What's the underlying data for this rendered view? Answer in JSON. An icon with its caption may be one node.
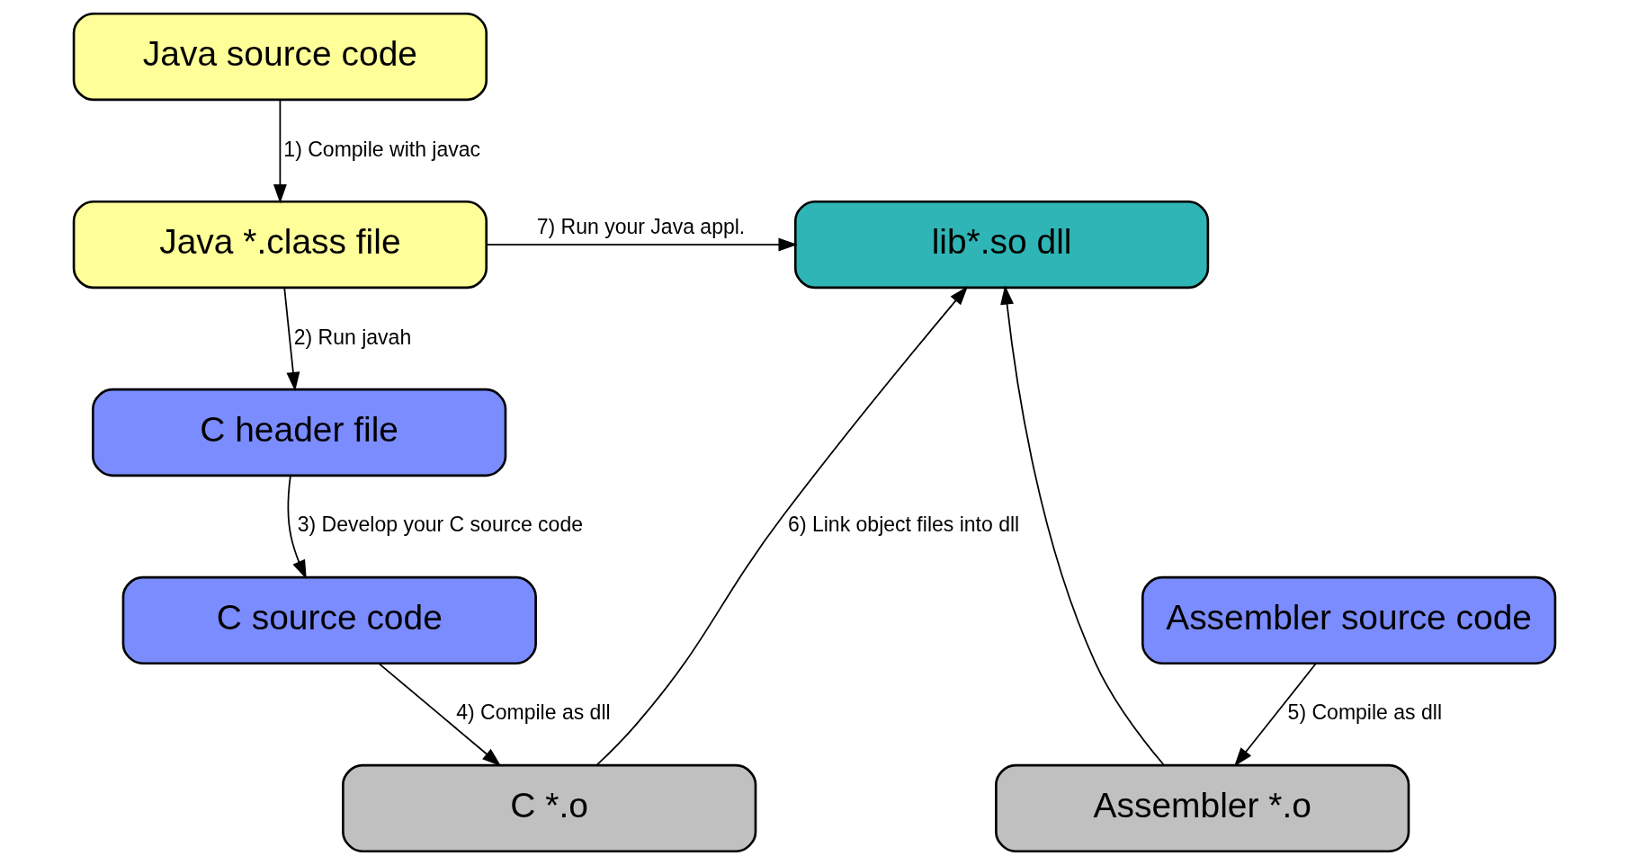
{
  "diagram": {
    "nodes": [
      {
        "text": [
          "Java source code"
        ]
      },
      {
        "text": [
          "C header file"
        ]
      },
      {
        "text": [
          "C source code"
        ]
      },
      {
        "text": [
          "Assembler source code"
        ]
      },
      {
        "text": [
          "C *.o"
        ]
      },
      {
        "text": [
          "Assembler *.o"
        ]
      },
      {
        "text": [
          "Java *.class file"
        ]
      },
      {
        "text": [
          "lib*.so dll"
        ]
      }
    ],
    "edges": [
      {
        "from": 0,
        "to": 6,
        "arrow": "to",
        "label": "1) Compile with javac"
      },
      {
        "from": 6,
        "to": 1,
        "arrow": "to",
        "label": "2) Run javah"
      },
      {
        "from": 1,
        "to": 2,
        "arrow": "to",
        "label": "3) Develop your C source code"
      },
      {
        "from": 2,
        "to": 4,
        "arrow": "to",
        "label": "4) Compile as dll"
      },
      {
        "from": 3,
        "to": 5,
        "arrow": "to",
        "label": "5) Compile as dll"
      },
      {
        "from": 4,
        "to": 7,
        "arrow": "to",
        "label": "6) Link object files into dll"
      },
      {
        "from": 5,
        "to": 7,
        "arrow": "to"
      },
      {
        "from": 6,
        "to": 7,
        "arrow": "to",
        "label": "7) Run your Java appl."
      }
    ]
  }
}
